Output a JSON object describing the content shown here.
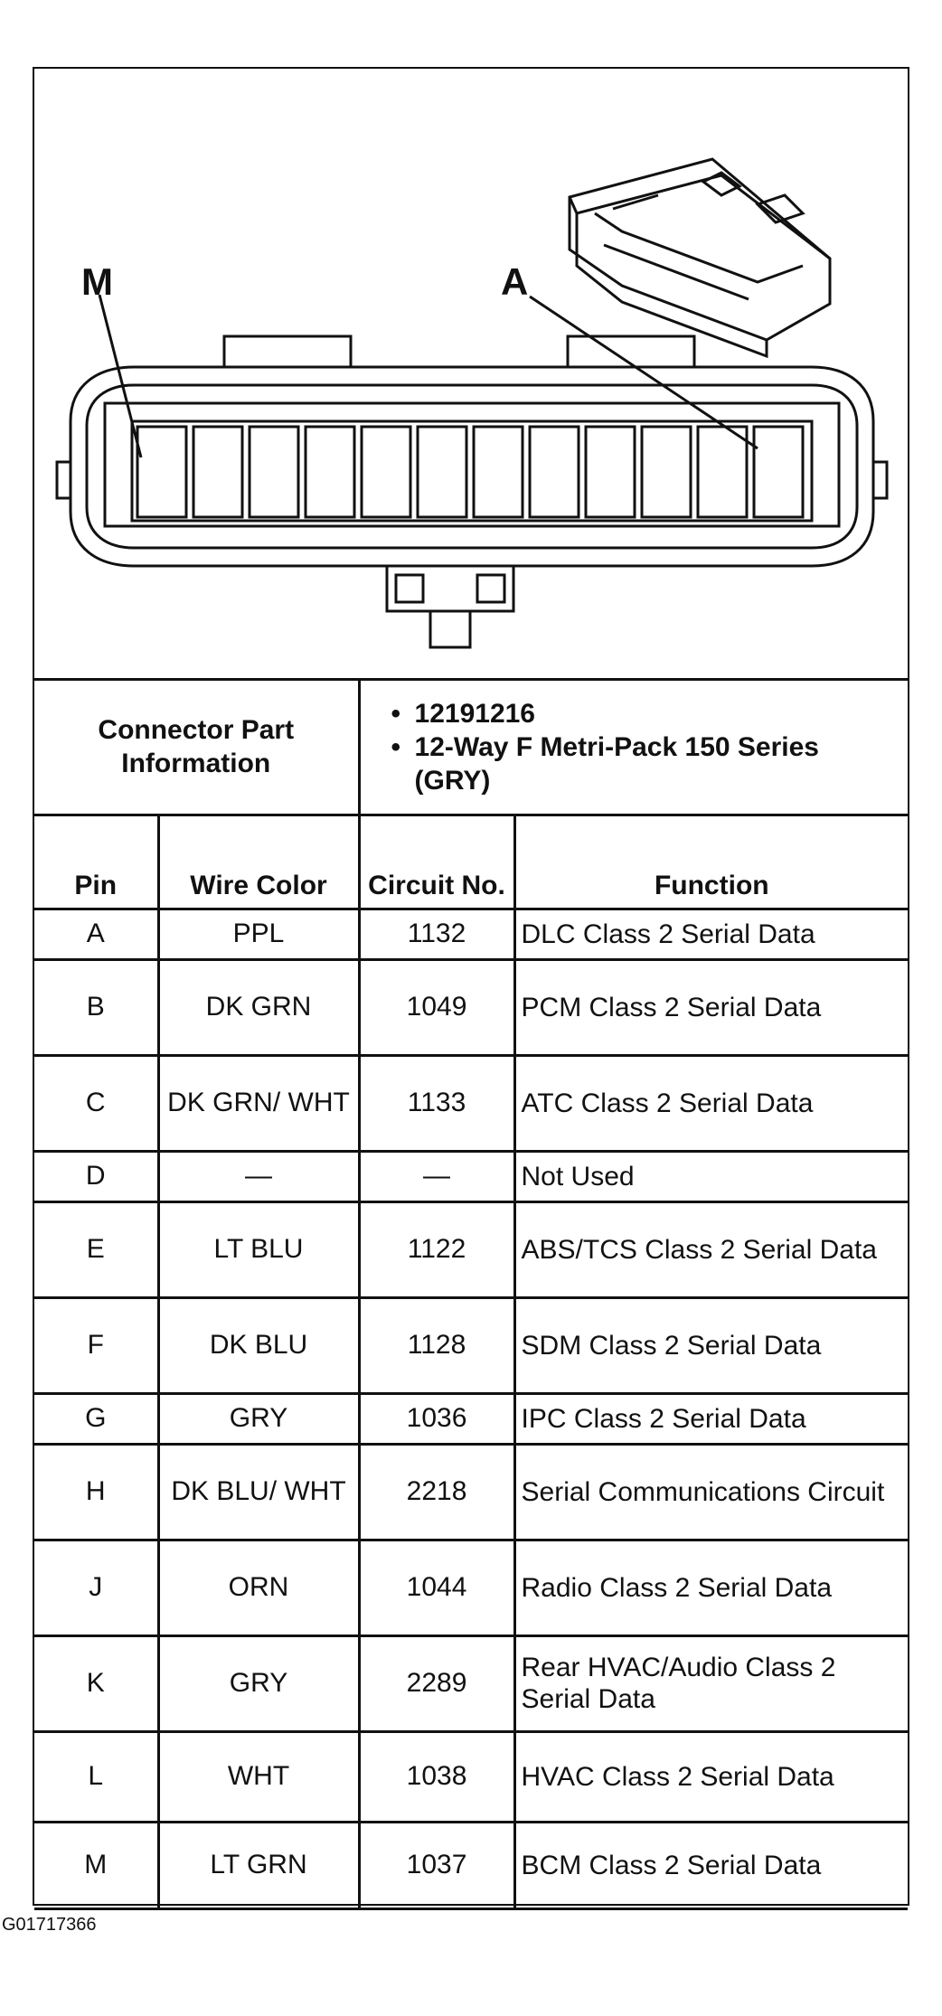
{
  "diagram": {
    "label_m": "M",
    "label_a": "A"
  },
  "connector_info": {
    "label": "Connector Part Information",
    "items": [
      "12191216",
      "12-Way F Metri-Pack 150 Series (GRY)"
    ]
  },
  "table": {
    "headers": {
      "pin": "Pin",
      "wire_color": "Wire Color",
      "circuit_no": "Circuit No.",
      "function": "Function"
    },
    "rows": [
      {
        "pin": "A",
        "color": "PPL",
        "circuit": "1132",
        "function": "DLC Class 2 Serial Data"
      },
      {
        "pin": "B",
        "color": "DK GRN",
        "circuit": "1049",
        "function": "PCM Class 2 Serial Data"
      },
      {
        "pin": "C",
        "color": "DK GRN/ WHT",
        "circuit": "1133",
        "function": "ATC Class 2 Serial Data"
      },
      {
        "pin": "D",
        "color": "—",
        "circuit": "—",
        "function": "Not Used"
      },
      {
        "pin": "E",
        "color": "LT BLU",
        "circuit": "1122",
        "function": "ABS/TCS Class 2 Serial Data"
      },
      {
        "pin": "F",
        "color": "DK BLU",
        "circuit": "1128",
        "function": "SDM Class 2 Serial Data"
      },
      {
        "pin": "G",
        "color": "GRY",
        "circuit": "1036",
        "function": "IPC Class 2 Serial Data"
      },
      {
        "pin": "H",
        "color": "DK BLU/ WHT",
        "circuit": "2218",
        "function": "Serial Communications Circuit"
      },
      {
        "pin": "J",
        "color": "ORN",
        "circuit": "1044",
        "function": "Radio Class 2 Serial Data"
      },
      {
        "pin": "K",
        "color": "GRY",
        "circuit": "2289",
        "function": "Rear HVAC/Audio Class 2 Serial Data"
      },
      {
        "pin": "L",
        "color": "WHT",
        "circuit": "1038",
        "function": "HVAC Class 2 Serial Data"
      },
      {
        "pin": "M",
        "color": "LT GRN",
        "circuit": "1037",
        "function": "BCM Class 2 Serial Data"
      }
    ]
  },
  "caption": "G01717366"
}
